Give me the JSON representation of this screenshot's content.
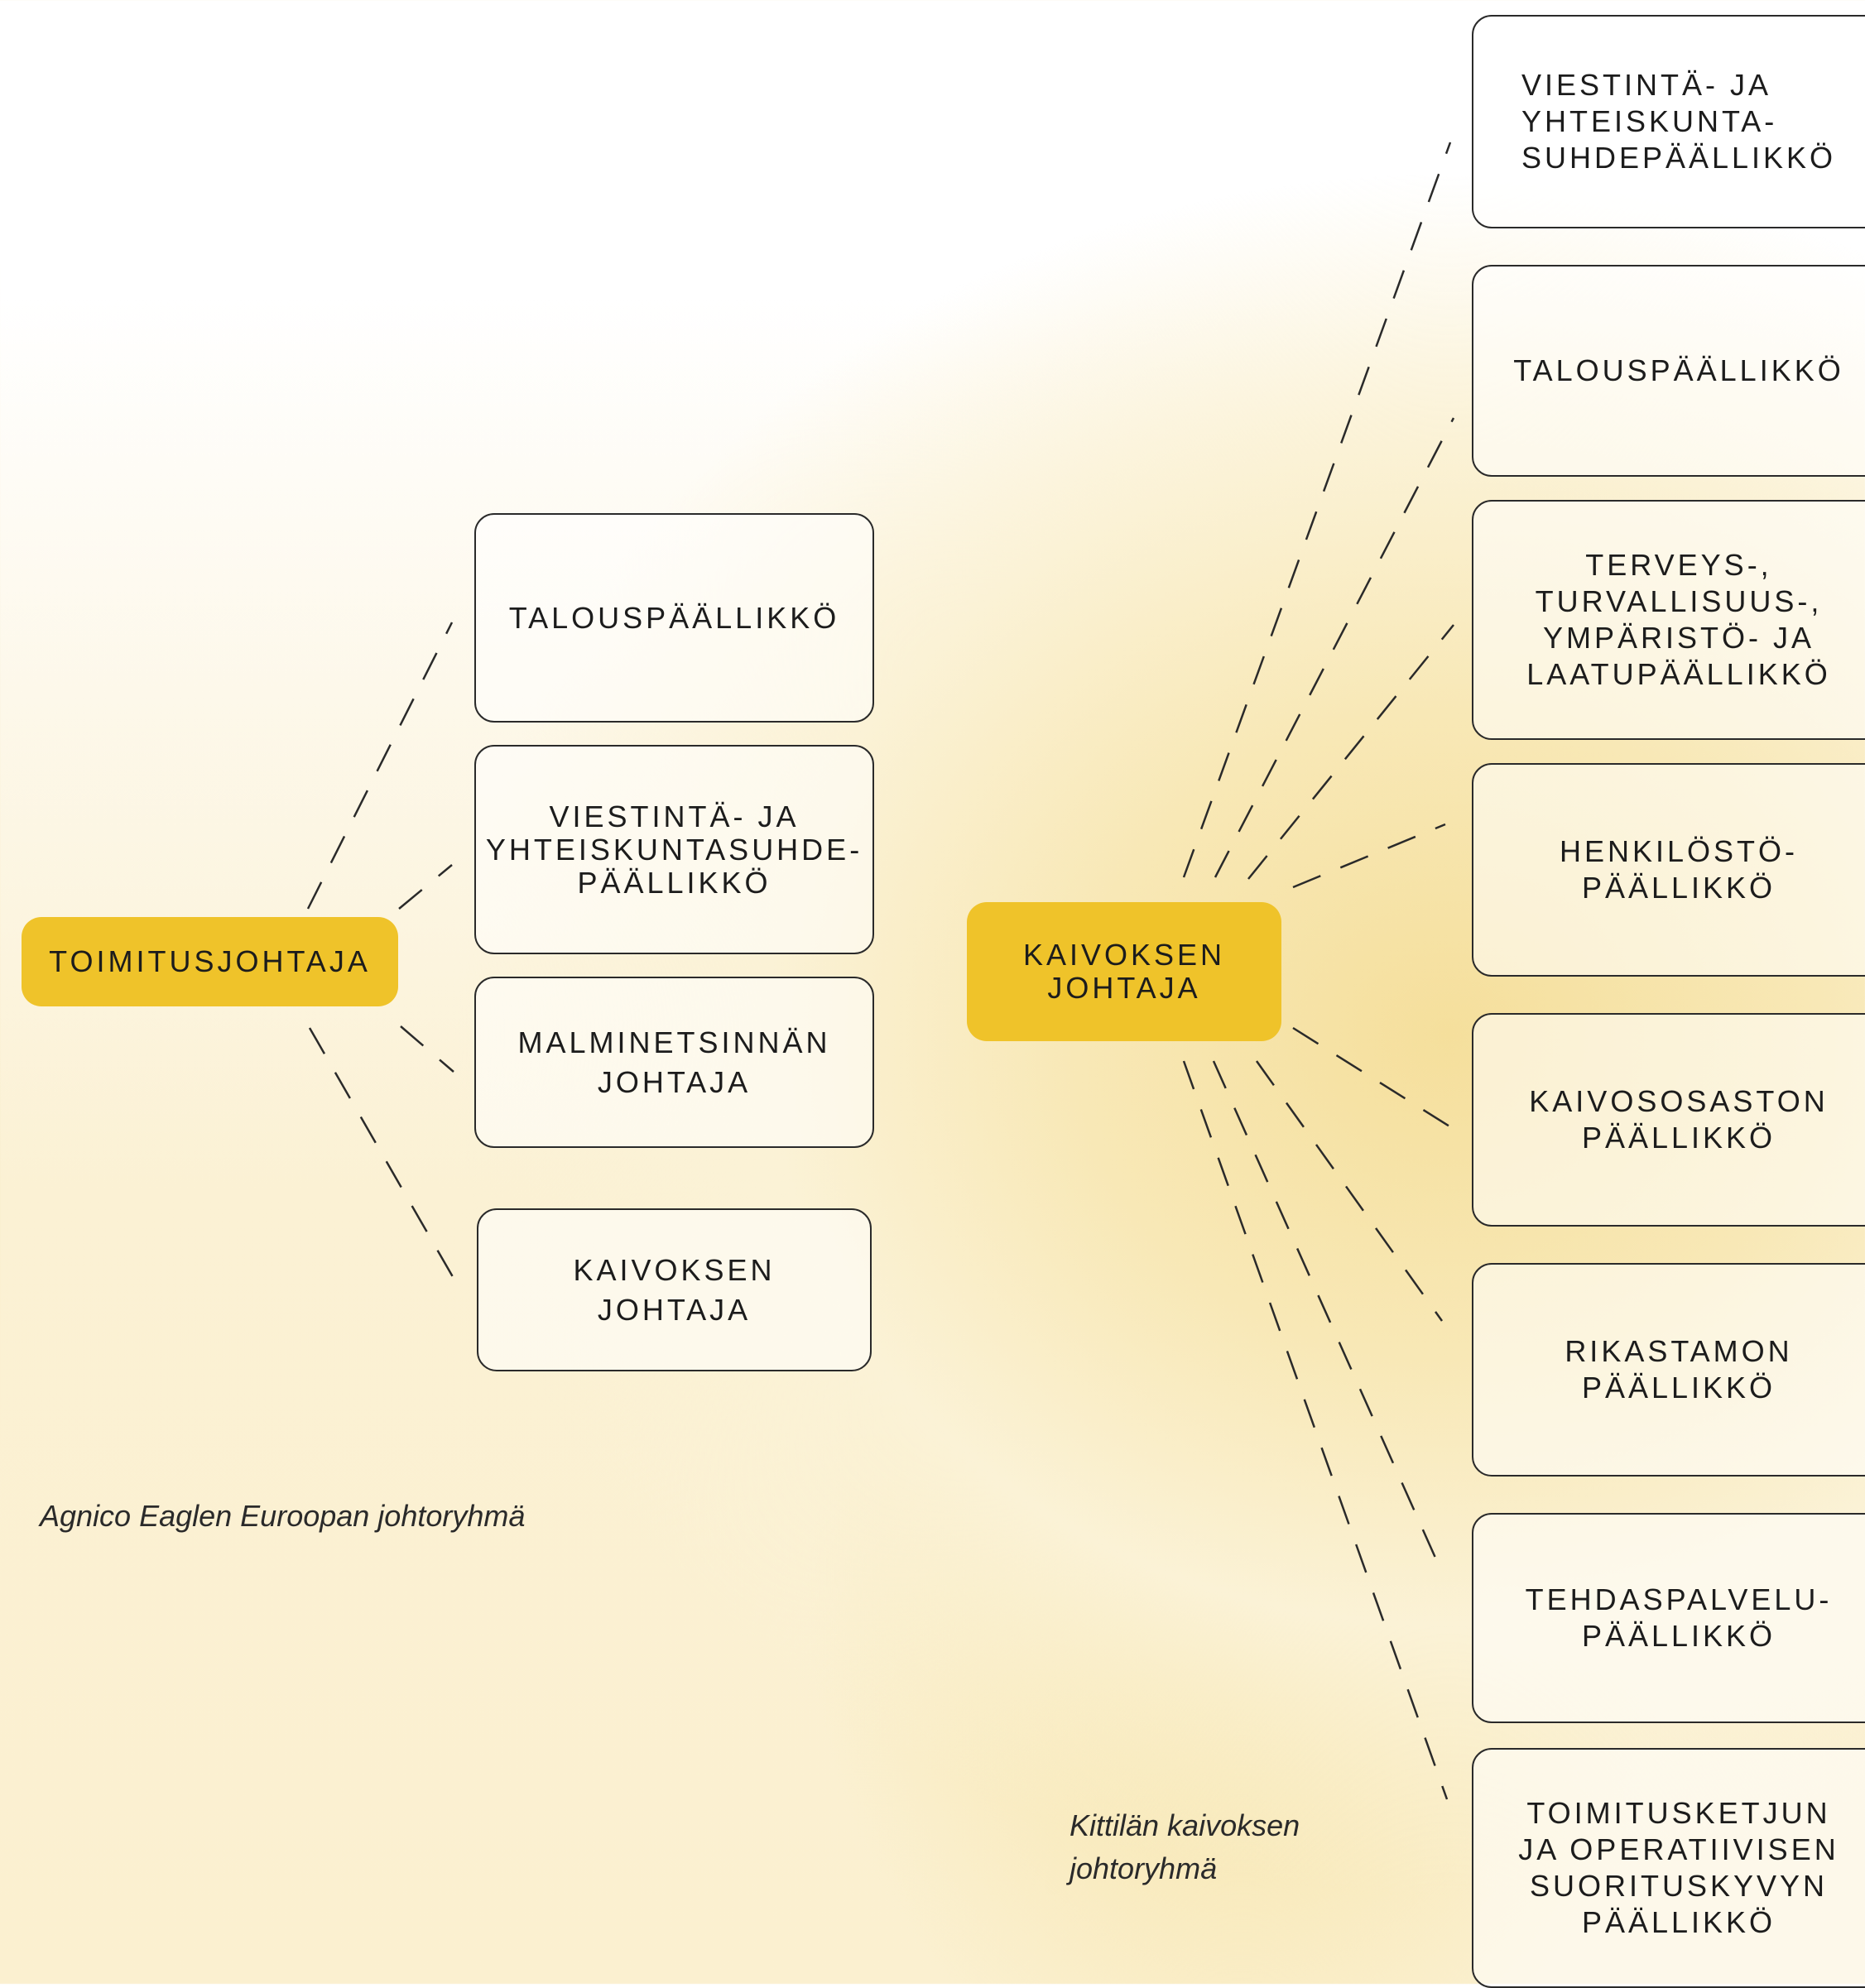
{
  "europe_team": {
    "lead": "TOIMITUSJOHTAJA",
    "members": [
      "TALOUSPÄÄLLIKKÖ",
      "VIESTINTÄ- JA\nYHTEISKUNTASUHDE-\nPÄÄLLIKKÖ",
      "MALMINETSINNÄN\nJOHTAJA",
      "KAIVOKSEN\nJOHTAJA"
    ],
    "caption": "Agnico Eaglen Euroopan johtoryhmä"
  },
  "kittila_team": {
    "lead": "KAIVOKSEN\nJOHTAJA",
    "members": [
      "VIESTINTÄ- JA\nYHTEISKUNTA-\nSUHDEPÄÄLLIKKÖ",
      "TALOUSPÄÄLLIKKÖ",
      "TERVEYS-,\nTURVALLISUUS-,\nYMPÄRISTÖ- JA\nLAATUPÄÄLLIKKÖ",
      "HENKILÖSTÖ-\nPÄÄLLIKKÖ",
      "KAIVOSOSASTON\nPÄÄLLIKKÖ",
      "RIKASTAMON\nPÄÄLLIKKÖ",
      "TEHDASPALVELU-\nPÄÄLLIKKÖ",
      "TOIMITUSKETJUN\nJA OPERATIIVISEN\nSUORITUSKYVYN\nPÄÄLLIKKÖ"
    ],
    "caption": "Kittilän kaivoksen\njohtoryhmä"
  },
  "colors": {
    "lead_fill": "#efc32a",
    "box_border": "#2a2a2a",
    "text": "#1c1c1c",
    "connector": "#2a2a2a"
  }
}
